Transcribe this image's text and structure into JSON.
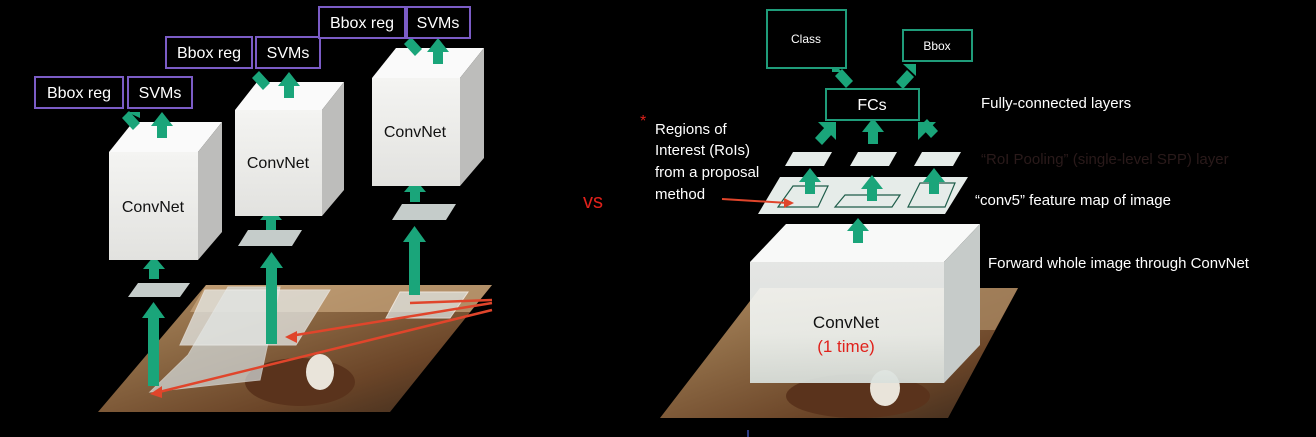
{
  "left": {
    "convnet_label": "ConvNet",
    "bbox_label": "Bbox reg",
    "svms_label": "SVMs"
  },
  "vs_label": "vs",
  "right": {
    "class_label": "Class",
    "bbox_label": "Bbox",
    "fcs_label": "FCs",
    "fc_layers_note": "Fully-connected layers",
    "roi_pooling_note": "“RoI Pooling” (single-level SPP) layer",
    "conv5_note": "“conv5” feature map of image",
    "forward_note": "Forward whole image through ConvNet",
    "convnet_label": "ConvNet",
    "one_time_label": "(1 time)",
    "roi_asterisk": "*",
    "roi_note_lines": [
      "Regions of",
      "Interest (RoIs)",
      "from a proposal",
      "method"
    ]
  },
  "colors": {
    "arrow": "#1aa57a",
    "box_border_left": "#7b5cc6",
    "box_border_right": "#1f9c7a",
    "red_arrow": "#e0452b",
    "vs": "#e0211b",
    "one_time": "#e0211b"
  }
}
